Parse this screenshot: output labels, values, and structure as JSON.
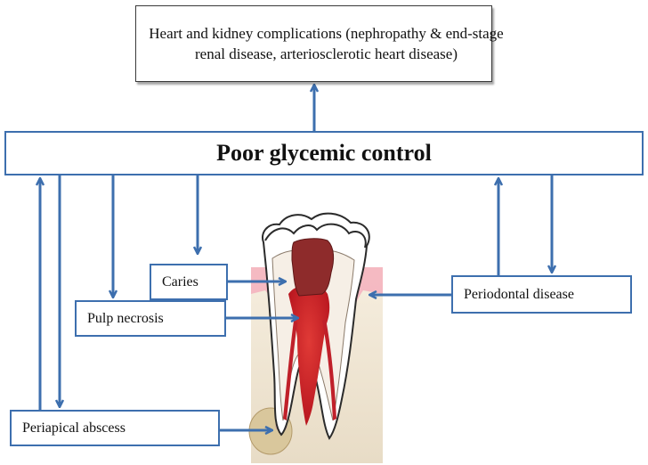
{
  "diagram": {
    "top_box": "Heart and kidney complications (nephropathy & end-stage renal disease, arteriosclerotic heart disease)",
    "center_box": "Poor glycemic control",
    "caries": "Caries",
    "pulp_necrosis": "Pulp necrosis",
    "periodontal_disease": "Periodontal disease",
    "periapical_abscess": "Periapical abscess"
  },
  "colors": {
    "arrow": "#3d6fae",
    "pulp": "#c0202a",
    "enamel": "#ffffff",
    "gum": "#f2a8b6",
    "bone": "#efe3cf"
  }
}
